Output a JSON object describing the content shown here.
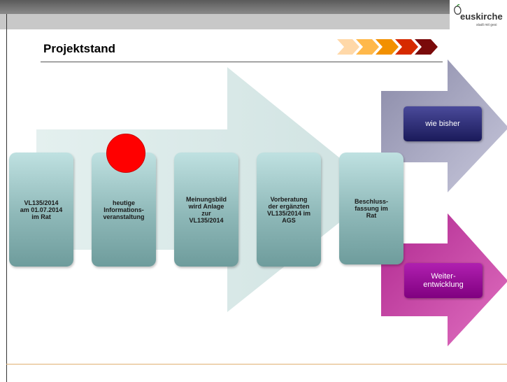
{
  "header": {
    "logo_text": "euskirche",
    "logo_sub": "stadt mit gesi"
  },
  "slide": {
    "title": "Projektstand"
  },
  "process": {
    "stages": [
      {
        "label": "VL135/2014\nam 01.07.2014\nim Rat"
      },
      {
        "label": "heutige\nInformations-\nveranstaltung"
      },
      {
        "label": "Meinungsbild\nwird Anlage\nzur\nVL135/2014"
      },
      {
        "label": "Vorberatung\nder ergänzten\nVL135/2014 im\nAGS"
      },
      {
        "label": "Beschluss-\nfassung im\nRat"
      }
    ],
    "current_stage_index": 1,
    "outcomes": [
      {
        "label": "wie bisher"
      },
      {
        "label": "Weiter-\nentwicklung"
      }
    ]
  },
  "colors": {
    "accent_red": "#ff0000",
    "outcome_navy": "#1a1a5a",
    "outcome_magenta": "#800080",
    "chevron_light": "#ffd8a8",
    "chevron_dark": "#7a0a0a"
  }
}
